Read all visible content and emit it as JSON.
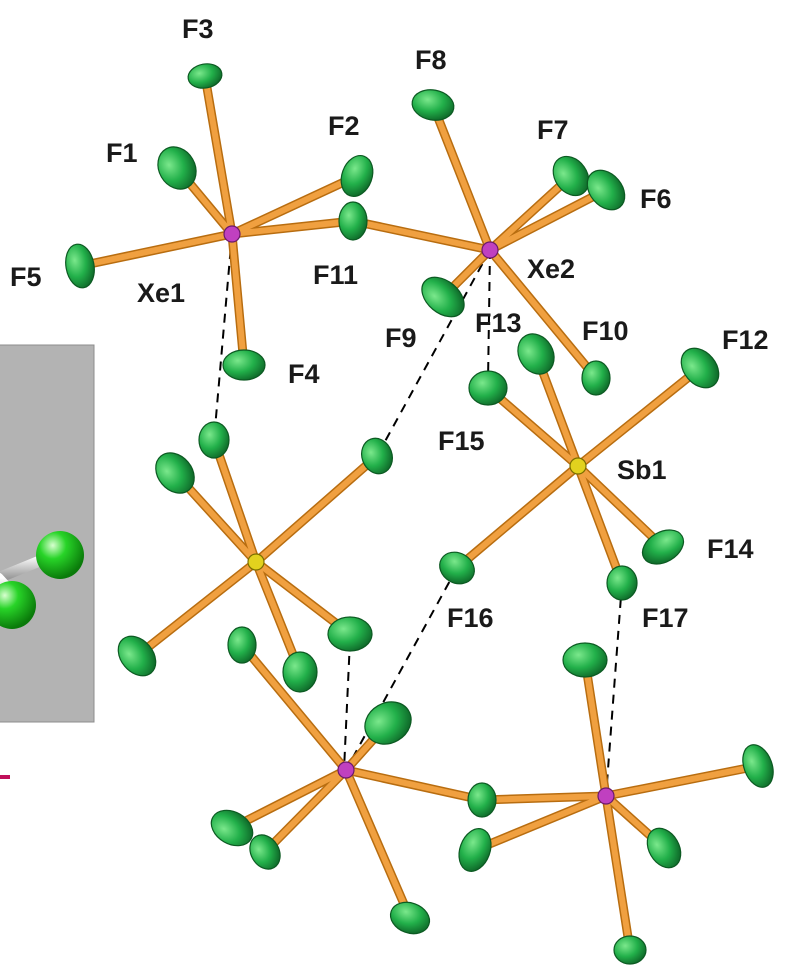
{
  "colors": {
    "background": "#ffffff",
    "inset_panel": "#b3b3b3",
    "inset_border": "#8c8c8c",
    "bond": "#f0a040",
    "bond_edge": "#b86d10",
    "fluorine": "#22b04a",
    "fluorine_edge": "#0c5a22",
    "xenon": "#c040c0",
    "antimony": "#e2d21e",
    "contact": "#000000",
    "accent_line": "#c0105a"
  },
  "labels": {
    "F1": "F1",
    "F2": "F2",
    "F3": "F3",
    "F4": "F4",
    "F5": "F5",
    "F6": "F6",
    "F7": "F7",
    "F8": "F8",
    "F9": "F9",
    "F10": "F10",
    "F11": "F11",
    "F12": "F12",
    "F13": "F13",
    "F14": "F14",
    "F15": "F15",
    "F16": "F16",
    "F17": "F17",
    "Xe1": "Xe1",
    "Xe2": "Xe2",
    "Sb1": "Sb1"
  }
}
